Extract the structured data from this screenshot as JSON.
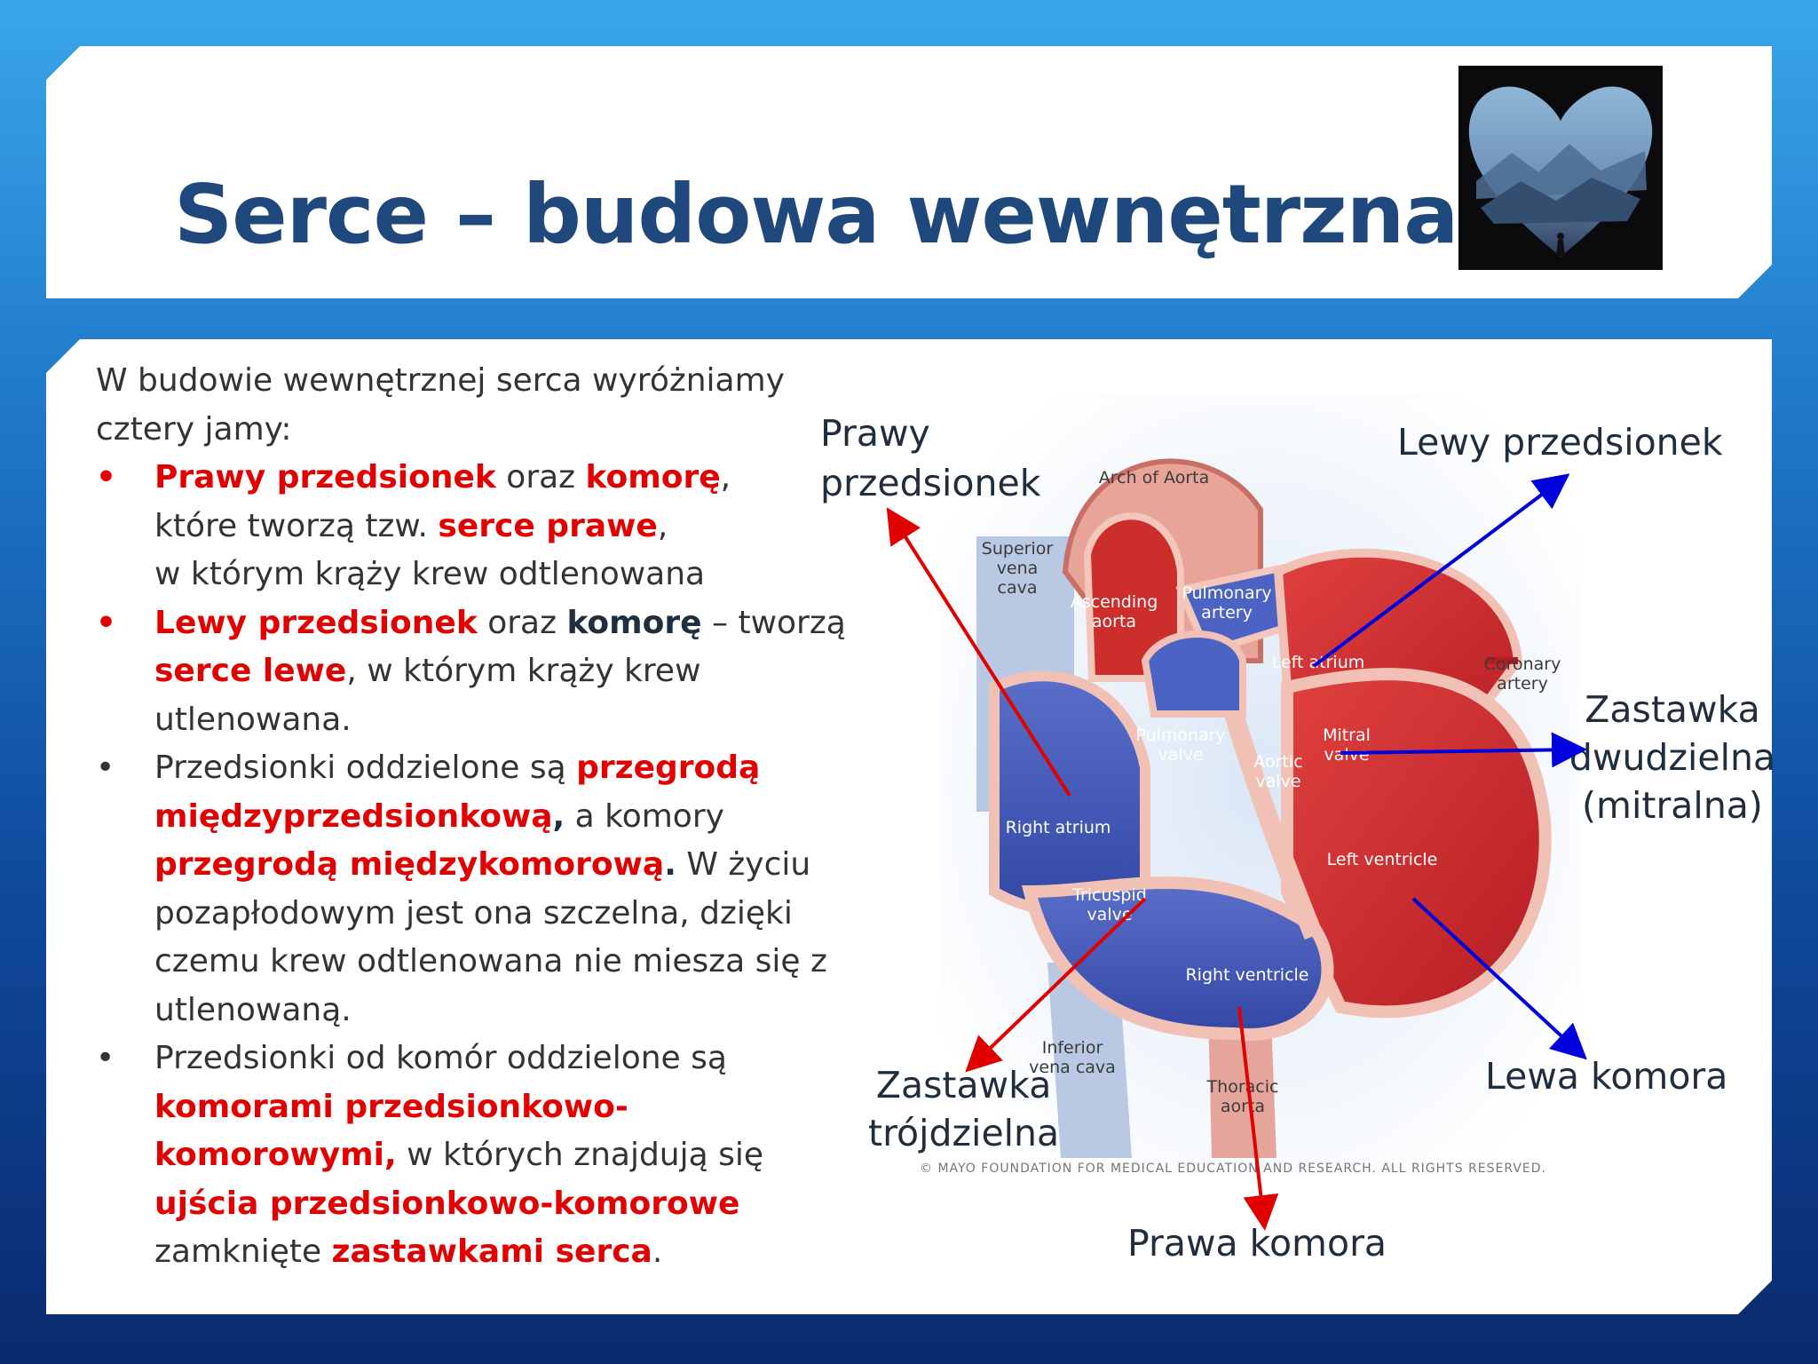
{
  "title": "Serce – budowa wewnętrzna",
  "intro": "W budowie wewnętrznej serca wyróżniamy cztery jamy:",
  "bullets": {
    "b1": {
      "t1": "Prawy przedsionek",
      "t2": " oraz ",
      "t3": "komorę",
      "t4": ",",
      "t5": "które tworzą tzw. ",
      "t6": "serce prawe",
      "t7": ",",
      "t8": "w którym krąży krew odtlenowana"
    },
    "b2": {
      "t1": "Lewy przedsionek",
      "t2": " oraz ",
      "t3": "komorę",
      "t4": " – tworzą",
      "t5": "serce lewe",
      "t6": ", w którym krąży krew",
      "t7": "utlenowana."
    },
    "b3": {
      "t1": "Przedsionki oddzielone są ",
      "t2": "przegrodą",
      "t3": "międzyprzedsionkową",
      "t4": ",",
      "t5": " a komory",
      "t6": "przegrodą międzykomorową",
      "t7": ".",
      "t8": "  W życiu pozapłodowym jest ona szczelna, dzięki czemu krew odtlenowana nie miesza się z utlenowaną."
    },
    "b4": {
      "t1": "Przedsionki od komór oddzielone są ",
      "t2": "komorami przedsionkowo-",
      "t3": "komorowymi,",
      "t4": " w których znajdują się ",
      "t5": "ujścia przedsionkowo-komorowe",
      "t6": "zamknięte ",
      "t7": "zastawkami serca",
      "t8": "."
    }
  },
  "labels": {
    "prawy_przedsionek": [
      "Prawy",
      "przedsionek"
    ],
    "lewy_przedsionek": "Lewy przedsionek",
    "zastawka_dwudzielna": [
      "Zastawka",
      "dwudzielna",
      "(mitralna)"
    ],
    "lewa_komora": "Lewa komora",
    "zastawka_trojdzielna": [
      "Zastawka",
      "trójdzielna"
    ],
    "prawa_komora": "Prawa komora"
  },
  "diagram_labels": {
    "arch": "Arch of Aorta",
    "superior": [
      "Superior",
      "vena",
      "cava"
    ],
    "ascending": [
      "Ascending",
      "aorta"
    ],
    "pulmonary_artery": [
      "Pulmonary",
      "artery"
    ],
    "left_atrium": "Left atrium",
    "coronary": [
      "Coronary",
      "artery"
    ],
    "pulmonary_valve": [
      "Pulmonary",
      "valve"
    ],
    "aortic_valve": [
      "Aortic",
      "valve"
    ],
    "mitral_valve": [
      "Mitral",
      "valve"
    ],
    "right_atrium": "Right atrium",
    "left_ventricle": "Left ventricle",
    "tricuspid": [
      "Tricuspid",
      "valve"
    ],
    "right_ventricle": "Right ventricle",
    "inferior": [
      "Inferior",
      "vena cava"
    ],
    "thoracic": [
      "Thoracic",
      "aorta"
    ]
  },
  "copyright": "© MAYO FOUNDATION FOR MEDICAL EDUCATION AND RESEARCH. ALL RIGHTS RESERVED.",
  "colors": {
    "title": "#1f497d",
    "emphasis": "#e30000",
    "arrow_red": "#e00000",
    "arrow_blue": "#0000dd"
  }
}
